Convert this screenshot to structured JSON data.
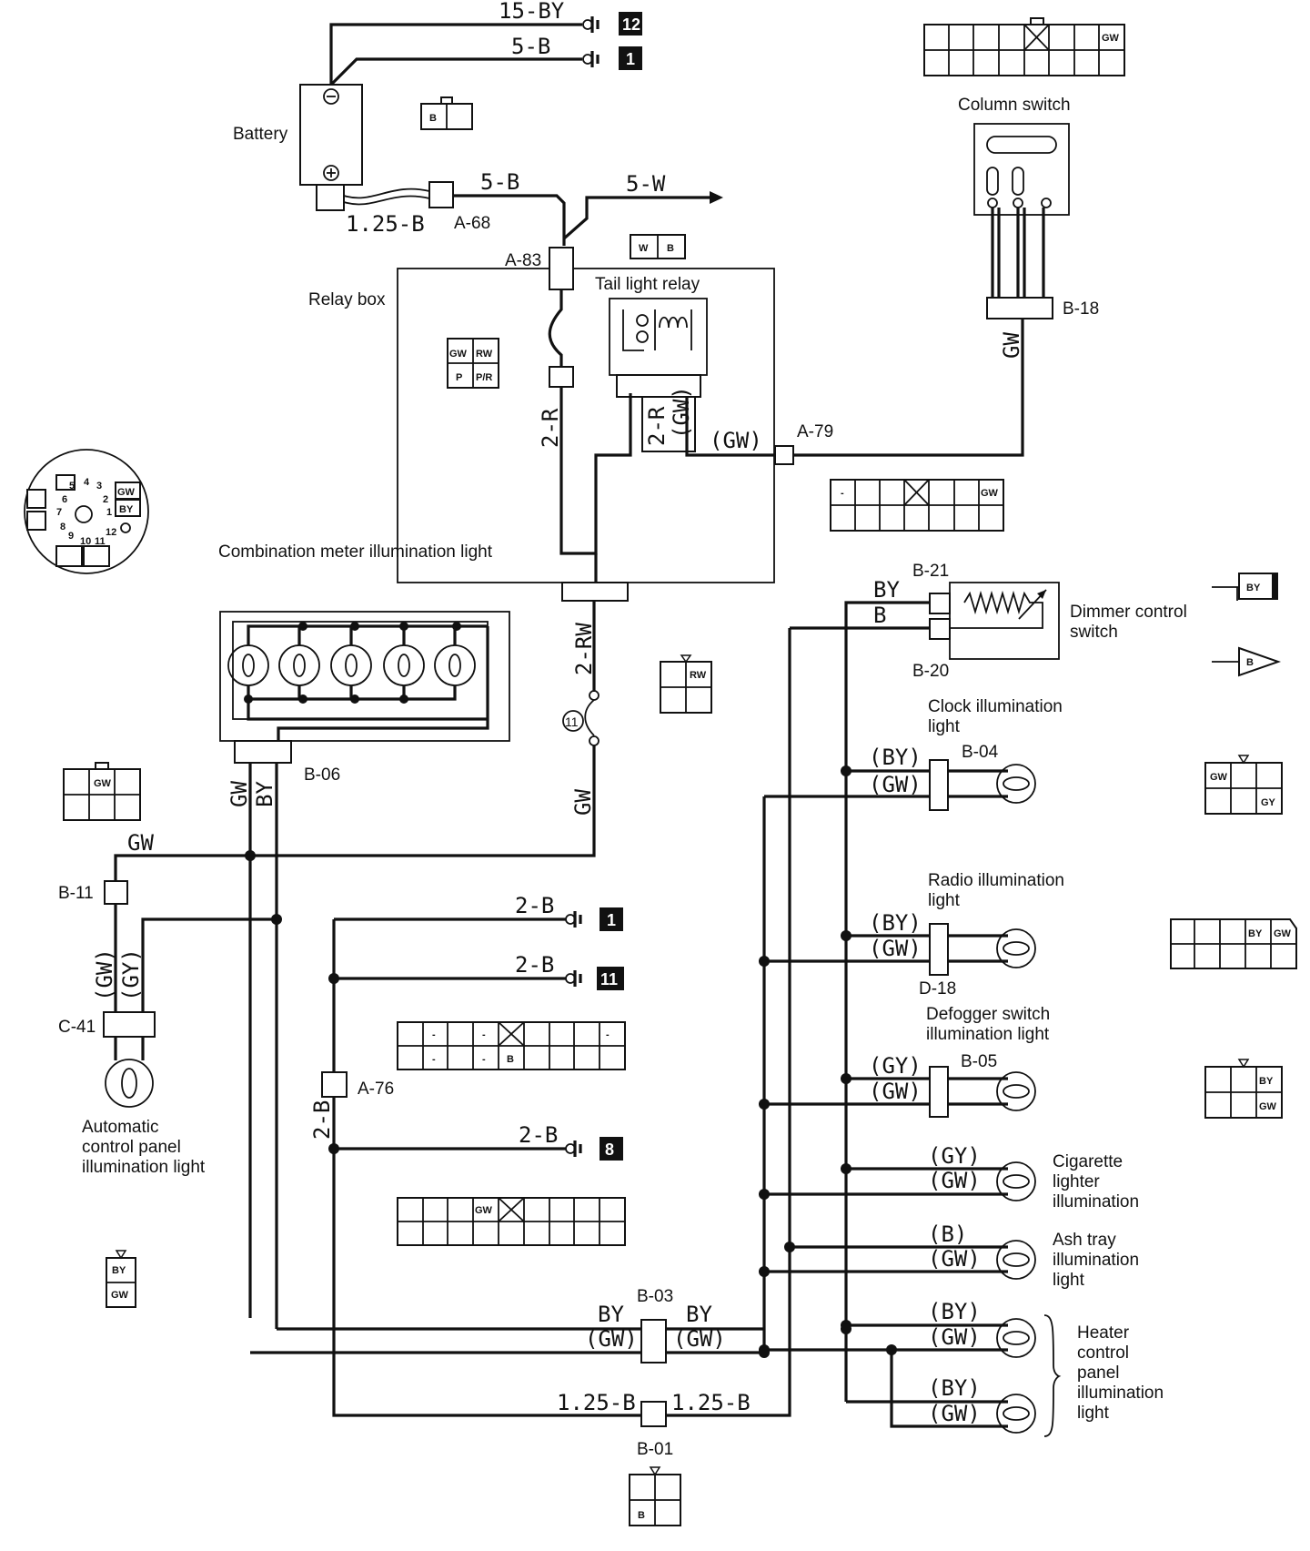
{
  "components": {
    "battery": "Battery",
    "relay_box": "Relay box",
    "tail_light_relay": "Tail light relay",
    "column_switch": "Column switch",
    "combination_meter": "Combination meter illumination light",
    "dimmer_switch": "Dimmer control switch",
    "clock_light": "Clock illumination light",
    "radio_light": "Radio illumination light",
    "defogger_light": "Defogger switch illumination light",
    "cigarette_light": "Cigarette lighter illumination",
    "ash_tray_light": "Ash tray illumination light",
    "heater_light": "Heater control panel illumination light",
    "auto_panel_light": "Automatic control panel illumination light"
  },
  "connectors": [
    "A-68",
    "A-83",
    "A-79",
    "B-18",
    "B-06",
    "B-11",
    "C-41",
    "A-76",
    "B-03",
    "B-01",
    "B-21",
    "B-20",
    "B-04",
    "D-18",
    "B-05"
  ],
  "wires": {
    "w15by": "15-BY",
    "w5b_top": "5-B",
    "w5b": "5-B",
    "w5w": "5-W",
    "w125b": "1.25-B",
    "w2r": "2-R",
    "w2r_relay": "2-R",
    "gw_paren": "(GW)",
    "gw": "GW",
    "w2rw": "2-RW",
    "by": "BY",
    "b": "B",
    "paren_by": "(BY)",
    "paren_gw": "(GW)",
    "paren_gy": "(GY)",
    "paren_b": "(B)",
    "w2b": "2-B",
    "w125b_b01": "1.25-B"
  },
  "grounds": [
    "12",
    "1",
    "1",
    "11",
    "8"
  ],
  "fuse_no": "11",
  "pin_labels": {
    "gw": "GW",
    "by": "BY",
    "b": "B",
    "rw": "RW",
    "w": "W",
    "p": "P",
    "pr": "P/R",
    "gy": "GY",
    "dash": "-"
  },
  "ign_numbers": [
    "4",
    "3",
    "5",
    "2",
    "6",
    "1",
    "7",
    "8",
    "9",
    "10",
    "11",
    "12"
  ]
}
